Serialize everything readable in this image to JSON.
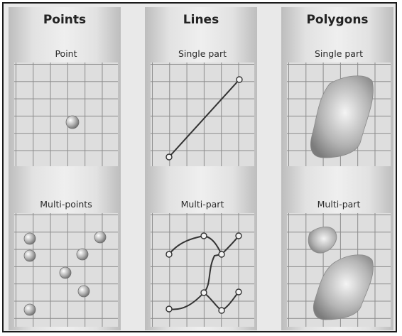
{
  "columns": [
    {
      "title": "Points",
      "top_label": "Point",
      "bottom_label": "Multi-points"
    },
    {
      "title": "Lines",
      "top_label": "Single part",
      "bottom_label": "Multi-part"
    },
    {
      "title": "Polygons",
      "top_label": "Single part",
      "bottom_label": "Multi-part"
    }
  ],
  "colors": {
    "grid_line": "#8c8c8c",
    "marker": "#9a9a9a",
    "line": "#3a3a3a",
    "polygon": "#a8a8a8"
  }
}
